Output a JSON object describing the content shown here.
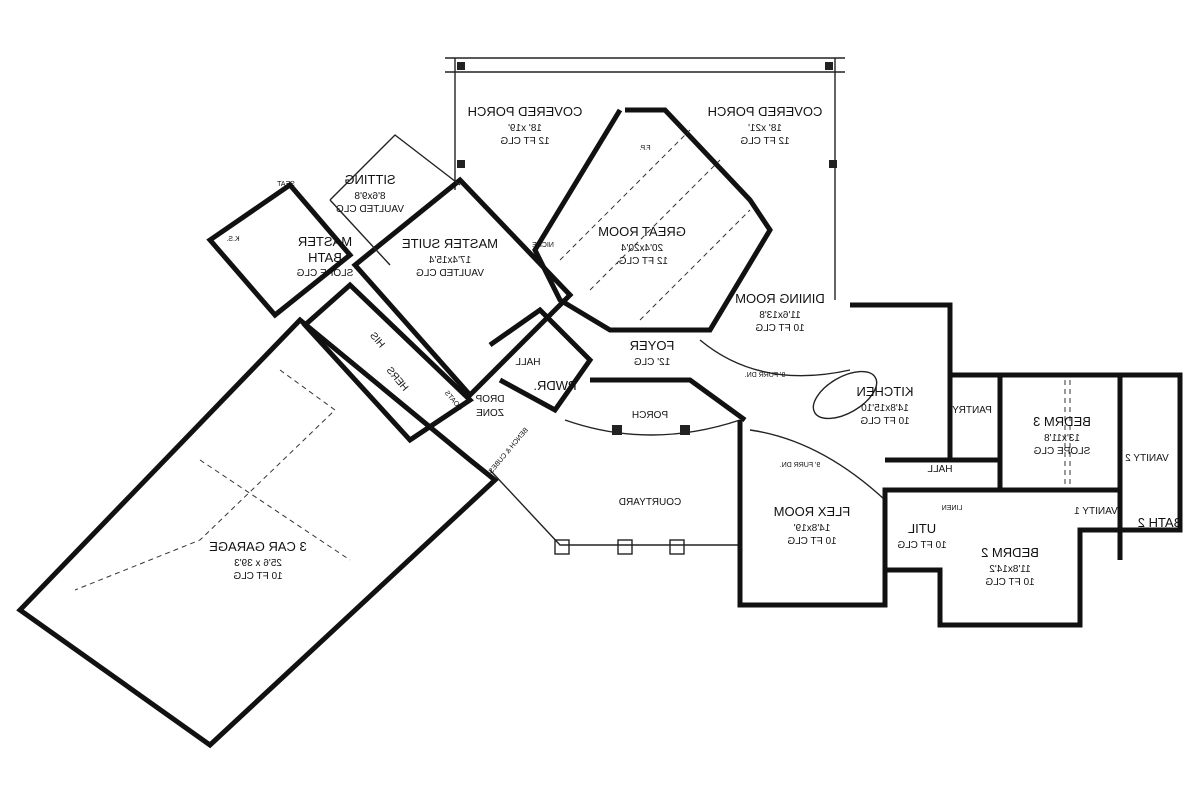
{
  "rooms": {
    "covered_porch_left": {
      "name": "COVERED PORCH",
      "size": "18' x19'",
      "ceiling": "12 FT CLG"
    },
    "covered_porch_right": {
      "name": "COVERED PORCH",
      "size": "18' x21'",
      "ceiling": "12 FT CLG"
    },
    "sitting": {
      "name": "SITTING",
      "size": "8'6x9'8",
      "ceiling": "VAULTED CLG"
    },
    "master_suite": {
      "name": "MASTER SUITE",
      "size": "17'4x15'4",
      "ceiling": "VAULTED CLG"
    },
    "master_bath": {
      "name": "MASTER",
      "name2": "BATH",
      "ceiling": "SLOPE CLG"
    },
    "great_room": {
      "name": "GREAT ROOM",
      "size": "20'4x20'4",
      "ceiling": "12 FT CLG."
    },
    "dining_room": {
      "name": "DINING ROOM",
      "size": "11'6x13'8",
      "ceiling": "10 FT CLG"
    },
    "foyer": {
      "name": "FOYER",
      "ceiling": "12' CLG"
    },
    "kitchen": {
      "name": "KITCHEN",
      "size": "14'8x15'10",
      "ceiling": "10 FT CLG"
    },
    "flex_room": {
      "name": "FLEX ROOM",
      "size": "14'8x19'",
      "ceiling": "10 FT CLG"
    },
    "bedrm3": {
      "name": "BEDRM 3",
      "size": "13'x11'8",
      "ceiling": "SLOPE CLG"
    },
    "bedrm2": {
      "name": "BEDRM 2",
      "size": "11'8x14'2",
      "ceiling": "10 FT CLG"
    },
    "util": {
      "name": "UTIL",
      "ceiling": "10 FT CLG"
    },
    "garage": {
      "name": "3 CAR GARAGE",
      "size": "25'6 x 39'3",
      "ceiling": "10 FT CLG"
    }
  },
  "labels": {
    "hall1": "HALL",
    "hall2": "HALL",
    "pwdr": "PWDR.",
    "porch": "PORCH",
    "courtyard": "COURTYARD",
    "drop_zone": "DROP",
    "drop_zone2": "ZONE",
    "bench": "BENCH & CUBES",
    "coats": "COATS",
    "his": "HIS",
    "hers": "HERS",
    "pantry": "PANTRY",
    "linen": "LINEN",
    "vanity1": "VANITY 1",
    "vanity2": "VANITY 2",
    "bath2": "BATH 2",
    "fp": "F.P.",
    "niche": "NICHE",
    "seat": "SEAT",
    "ks": "K.S.",
    "furr1": "9' FURR DN.",
    "furr2": "9' FURR DN."
  }
}
